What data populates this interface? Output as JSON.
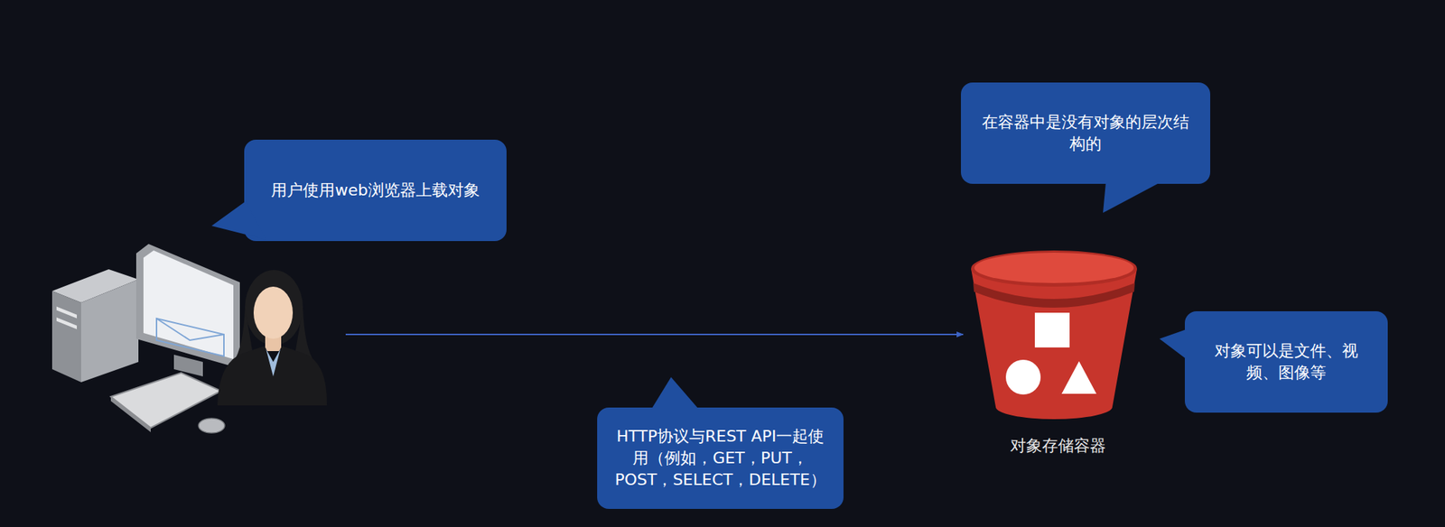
{
  "diagram": {
    "nodes": [
      {
        "text": [
          "用户使用web浏览器上载对象"
        ]
      },
      {
        "text": [
          "HTTP协议与REST API一起使用（例如，GET，PUT，POST，SELECT，DELETE）"
        ]
      },
      {
        "text": [
          "在容器中是没有对象的层次结构的"
        ]
      },
      {
        "text": [
          "对象存储容器"
        ]
      },
      {
        "text": [
          "对象可以是文件、视频、图像等"
        ]
      }
    ]
  }
}
